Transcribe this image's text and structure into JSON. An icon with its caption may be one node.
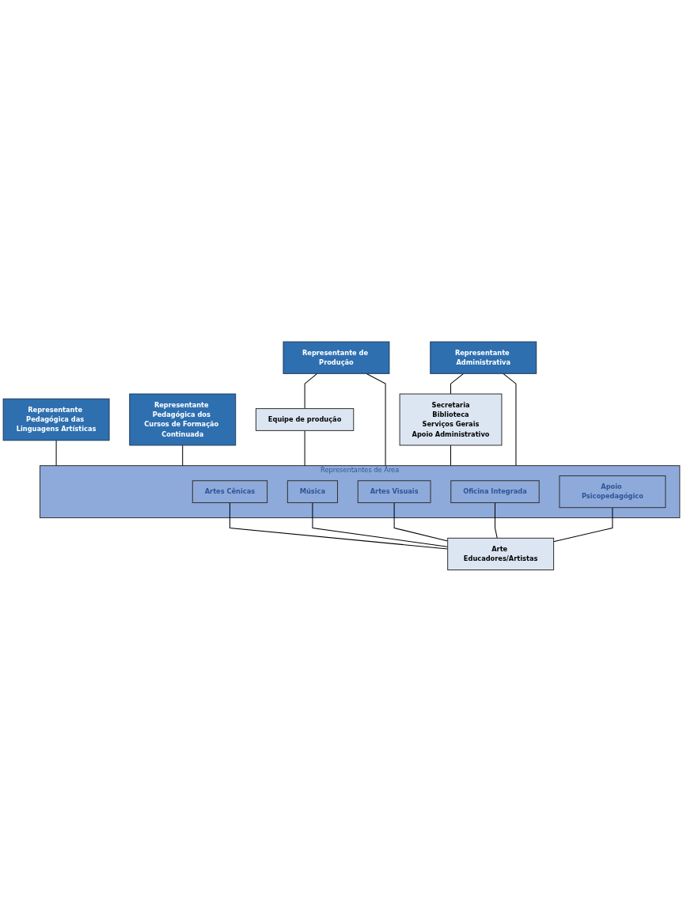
{
  "diagram": {
    "nodes": [
      {
        "text": [
          "Representante de Produção"
        ]
      },
      {
        "text": [
          "Representante Pedagógica das Linguagens Artísticas"
        ]
      },
      {
        "text": [
          "Representante Pedagógica dos Cursos de Formação Continuada"
        ]
      },
      {
        "text": [
          "Representante Administrativa"
        ]
      },
      {
        "text": [
          "Equipe de produção"
        ]
      },
      {
        "text": [
          "Secretaria",
          "Biblioteca",
          "Serviços Gerais",
          "Apoio Administrativo"
        ]
      },
      {
        "text": [
          "Representantes de Área"
        ]
      },
      {
        "text": [
          "Artes Cênicas"
        ],
        "in": 6
      },
      {
        "text": [
          "Música"
        ],
        "in": 6
      },
      {
        "text": [
          "Artes Visuais"
        ],
        "in": 6
      },
      {
        "text": [
          "Oficina Integrada"
        ],
        "in": 6
      },
      {
        "text": [
          "Apoio Psicopedagógico"
        ],
        "in": 6
      },
      {
        "text": [
          "Arte Educadores/Artistas"
        ]
      }
    ],
    "edges": [
      {
        "from": 0,
        "to": 4,
        "arrow": "none"
      },
      {
        "from": 0,
        "to": 6,
        "arrow": "none"
      },
      {
        "from": 1,
        "to": 6,
        "arrow": "none"
      },
      {
        "from": 2,
        "to": 6,
        "arrow": "none"
      },
      {
        "from": 3,
        "to": 6,
        "arrow": "none"
      },
      {
        "from": 3,
        "to": 5,
        "arrow": "none"
      },
      {
        "from": 4,
        "to": 6,
        "arrow": "none"
      },
      {
        "from": 5,
        "to": 6,
        "arrow": "none"
      },
      {
        "from": 7,
        "to": 12,
        "arrow": "none"
      },
      {
        "from": 8,
        "to": 12,
        "arrow": "none"
      },
      {
        "from": 9,
        "to": 12,
        "arrow": "none"
      },
      {
        "from": 10,
        "to": 12,
        "arrow": "none"
      },
      {
        "from": 11,
        "to": 12,
        "arrow": "none"
      }
    ]
  }
}
